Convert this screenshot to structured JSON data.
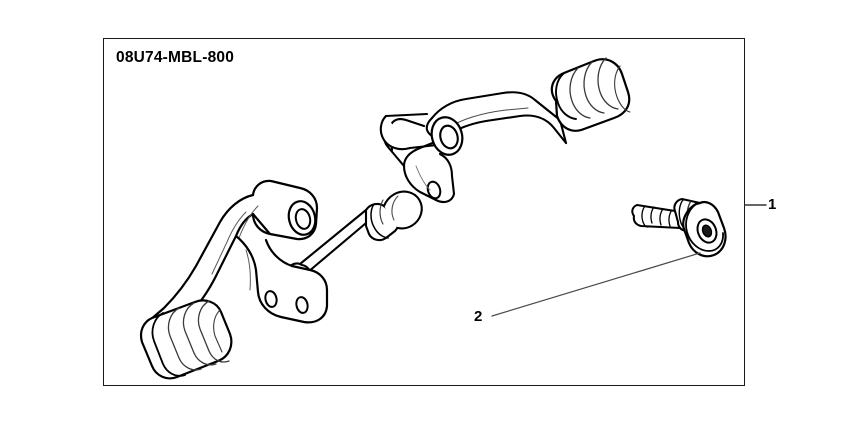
{
  "diagram": {
    "part_number": "08U74-MBL-800",
    "frame": {
      "border_color": "#1a1a1a",
      "background": "#ffffff"
    },
    "line_color": "#000000",
    "fill_color": "#ffffff",
    "callouts": [
      {
        "number": "1",
        "target": "assembly-kit-whole",
        "leader": "horizontal-from-right-border"
      },
      {
        "number": "2",
        "target": "mounting-bolt",
        "leader": "diagonal-up-right"
      }
    ],
    "components": [
      {
        "name": "gear-shift-pedal-arm",
        "detail": "lower-left bracket arm with ribbed rubber pedal tip"
      },
      {
        "name": "shift-lever-arm",
        "detail": "upper arm with pivot boss and ribbed rubber tip"
      },
      {
        "name": "connecting-rod",
        "detail": "adjustable tie rod linking both levers"
      },
      {
        "name": "pivot-boss",
        "detail": "cylindrical hub with bushing eye"
      },
      {
        "name": "mounting-bolt",
        "detail": "threaded shank with knurled flanged socket head"
      }
    ]
  }
}
